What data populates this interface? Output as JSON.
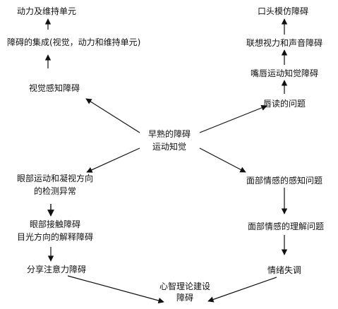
{
  "colors": {
    "ink": "#111111",
    "background": "#ffffff"
  },
  "nodes": {
    "motor_unit": "动力及维持单元",
    "integration": "障碍的集成(视觉，动力和维持单元)",
    "visual_perception": "视觉感知障碍",
    "center_line1": "早熟的障碍",
    "center_line2": "运动知觉",
    "eye_movement_line1": "眼部运动和凝视方向",
    "eye_movement_line2": "的检测异常",
    "eye_contact_line1": "眼部接触障碍",
    "eye_contact_line2": "目光方向的解释障碍",
    "joint_attention": "分享注意力障碍",
    "tom_line1": "心智理论建设",
    "tom_line2": "障碍",
    "oral_imitation": "口头模仿障碍",
    "av_association": "联想视力和声音障碍",
    "lip_motion": "嘴唇运动知觉障碍",
    "lipreading": "唇读的问题",
    "face_emotion_perception": "面部情感的感知问题",
    "face_emotion_understanding": "面部情感的理解问题",
    "emotion_dysregulation": "情绪失调"
  }
}
